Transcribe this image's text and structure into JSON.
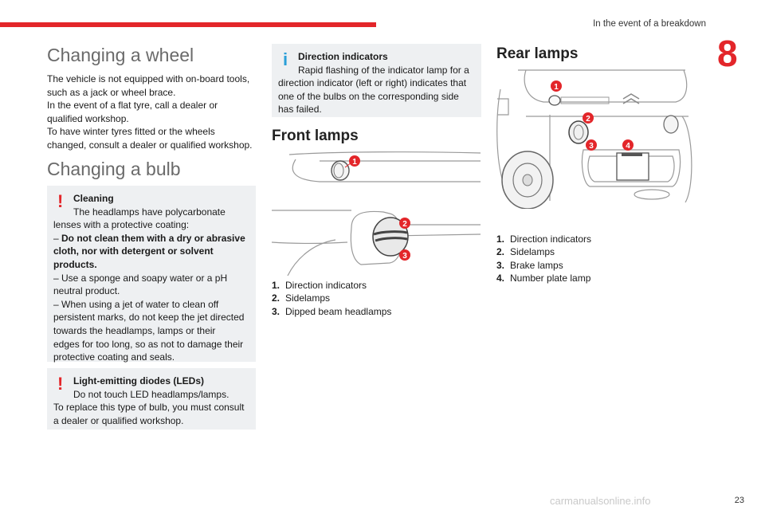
{
  "header": {
    "section": "In the event of a breakdown",
    "chapter": "8"
  },
  "wheel": {
    "title": "Changing a wheel",
    "lines": [
      "The vehicle is not equipped with on-board tools,",
      "such as a jack or wheel brace.",
      "In the event of a flat tyre, call a dealer or",
      "qualified workshop.",
      "To have winter tyres fitted or the wheels",
      "changed, consult a dealer or qualified workshop."
    ]
  },
  "bulb": {
    "title": "Changing a bulb",
    "cleaning": {
      "label": "Cleaning",
      "intro": "The headlamps have polycarbonate",
      "line2": "lenses with a protective coating:",
      "dash1": "– ",
      "bold1": "Do not clean them with a dry or abrasive",
      "bold2": "cloth, nor with detergent or solvent",
      "bold3": "products.",
      "dash2": "– Use a sponge and soapy water or a pH",
      "dash2b": "neutral product.",
      "dash3": "– When using a jet of water to clean off",
      "dash3b": "persistent marks, do not keep the jet directed",
      "dash3c": "towards the headlamps, lamps or their",
      "dash3d": "edges for too long, so as not to damage their",
      "dash3e": "protective coating and seals."
    },
    "leds": {
      "label": "Light-emitting diodes (LEDs)",
      "line1": "Do not touch LED headlamps/lamps.",
      "line2": "To replace this type of bulb, you must consult",
      "line3": "a dealer or qualified workshop."
    }
  },
  "indicators": {
    "label": "Direction indicators",
    "line1": "Rapid flashing of the indicator lamp for a",
    "line2": "direction indicator (left or right) indicates that",
    "line3": "one of the bulbs on the corresponding side",
    "line4": "has failed."
  },
  "front": {
    "title": "Front lamps",
    "items": [
      {
        "num": "1.",
        "text": "Direction indicators"
      },
      {
        "num": "2.",
        "text": "Sidelamps"
      },
      {
        "num": "3.",
        "text": "Dipped beam headlamps"
      }
    ],
    "callouts": [
      "1",
      "2",
      "3"
    ]
  },
  "rear": {
    "title": "Rear lamps",
    "items": [
      {
        "num": "1.",
        "text": "Direction indicators"
      },
      {
        "num": "2.",
        "text": "Sidelamps"
      },
      {
        "num": "3.",
        "text": "Brake lamps"
      },
      {
        "num": "4.",
        "text": "Number plate lamp"
      }
    ],
    "callouts": [
      "1",
      "2",
      "3",
      "4"
    ]
  },
  "footer": {
    "page": "23",
    "watermark": "carmanualsonline.info"
  },
  "colors": {
    "accent": "#e3262a",
    "info": "#2a9fd8",
    "box": "#eef0f2"
  }
}
